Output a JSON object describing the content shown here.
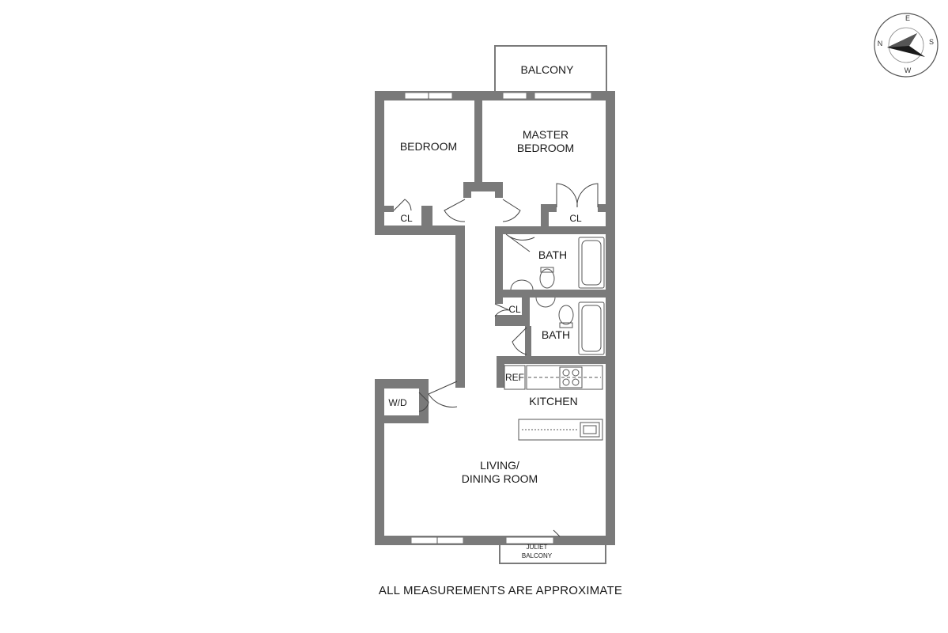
{
  "rooms": {
    "balcony": "BALCONY",
    "bedroom": "BEDROOM",
    "master_line1": "MASTER",
    "master_line2": "BEDROOM",
    "closet_bedroom": "CL",
    "closet_master": "CL",
    "bath1": "BATH",
    "closet_hall": "CL",
    "bath2": "BATH",
    "ref": "REF",
    "kitchen": "KITCHEN",
    "wd": "W/D",
    "living_line1": "LIVING/",
    "living_line2": "DINING ROOM",
    "juliet_line1": "JULIET",
    "juliet_line2": "BALCONY"
  },
  "compass": {
    "n": "N",
    "e": "E",
    "s": "S",
    "w": "W"
  },
  "footer_note": "ALL MEASUREMENTS ARE APPROXIMATE"
}
